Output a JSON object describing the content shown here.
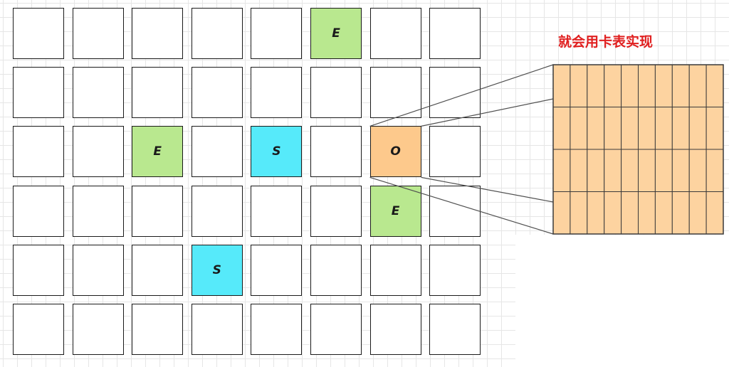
{
  "caption": "就会用卡表实现",
  "colors": {
    "grid_line": "#e6e6e6",
    "cell_border": "#1a1a1a",
    "cell_empty": "#ffffff",
    "eden": "#b9e88f",
    "survivor": "#56eafa",
    "old": "#fdc98c",
    "card_fill": "#fdd3a0",
    "card_line": "#3a3a3a",
    "connector": "#505050",
    "caption": "#e02020"
  },
  "heap": {
    "rows": 6,
    "cols": 8,
    "regions": [
      {
        "row": 0,
        "col": 5,
        "label": "E",
        "kind": "eden"
      },
      {
        "row": 2,
        "col": 2,
        "label": "E",
        "kind": "eden"
      },
      {
        "row": 2,
        "col": 4,
        "label": "S",
        "kind": "survivor"
      },
      {
        "row": 2,
        "col": 6,
        "label": "O",
        "kind": "old"
      },
      {
        "row": 3,
        "col": 6,
        "label": "E",
        "kind": "eden"
      },
      {
        "row": 4,
        "col": 3,
        "label": "S",
        "kind": "survivor"
      }
    ]
  },
  "card_table": {
    "rows": 4,
    "cols": 10
  }
}
